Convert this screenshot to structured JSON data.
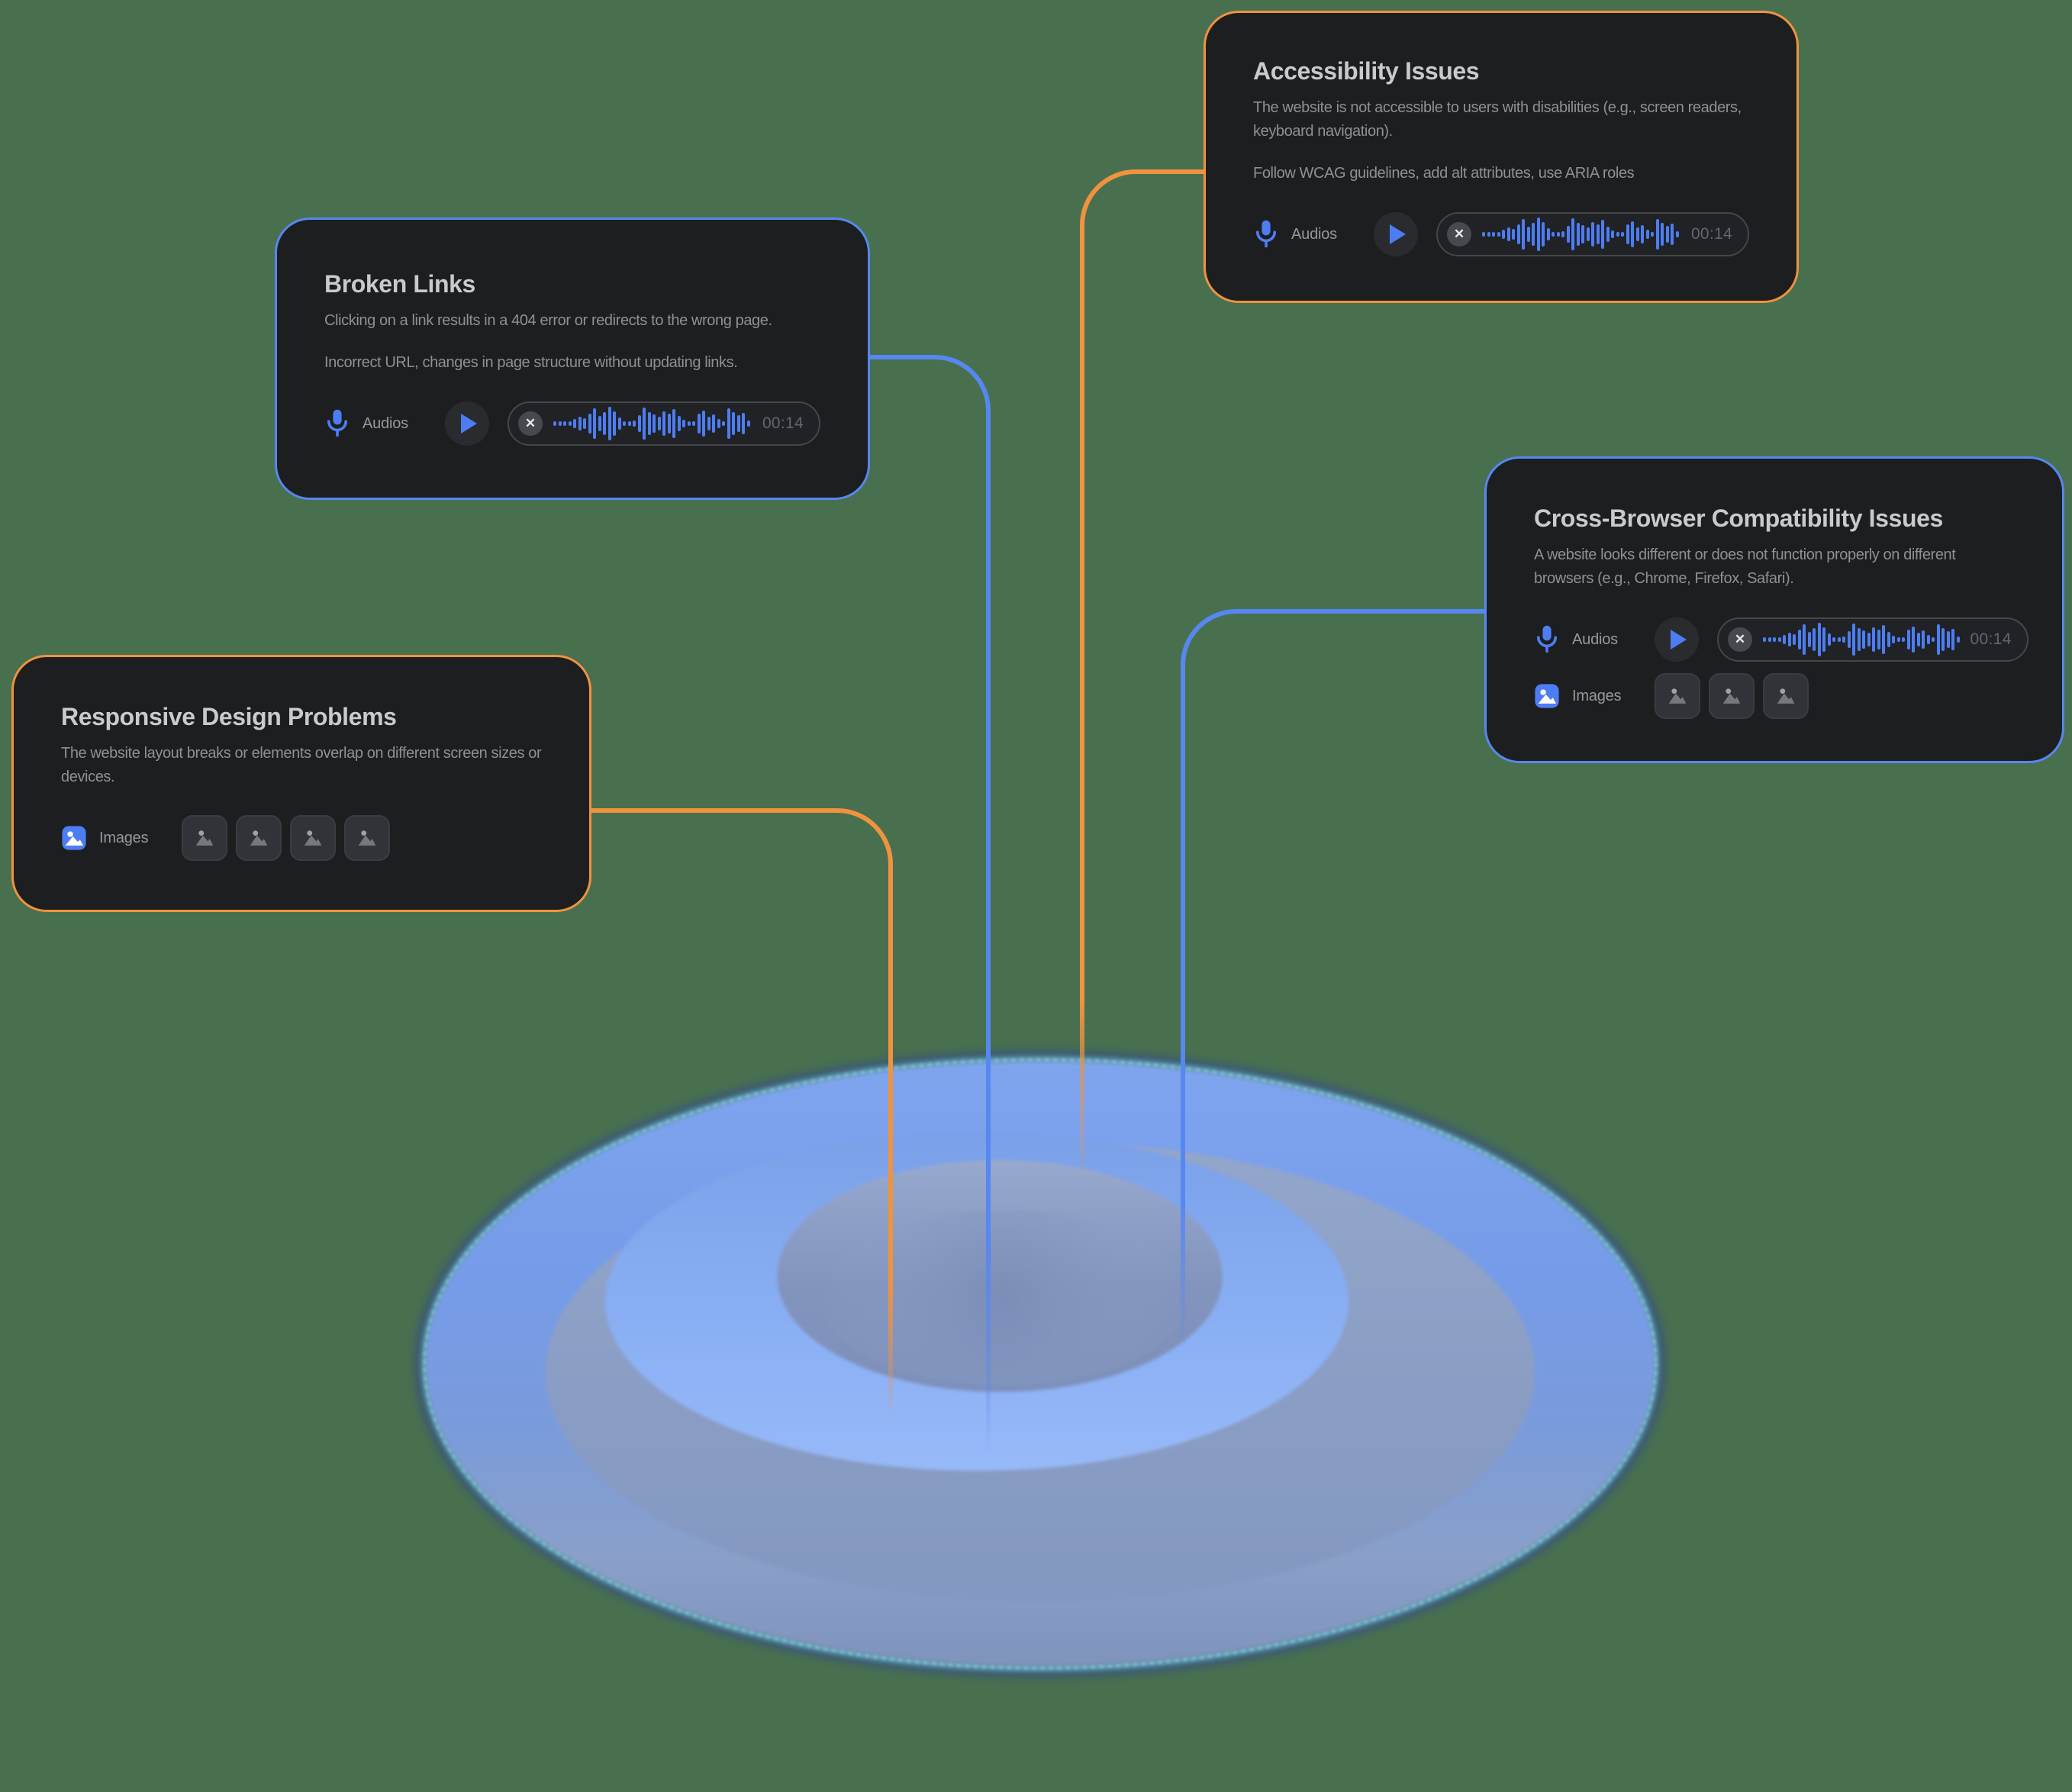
{
  "colors": {
    "background": "#48704F",
    "orange_accent": "#F0923E",
    "blue_accent": "#5787F0",
    "card_background": "#1D1E20",
    "disc_blue": "#7AA0EC"
  },
  "cards": {
    "accessibility": {
      "title": "Accessibility Issues",
      "body": "The website is not accessible to users with disabilities (e.g., screen readers, keyboard navigation).",
      "tip": "Follow WCAG guidelines, add alt attributes, use ARIA roles",
      "audio": {
        "label": "Audios",
        "duration": "00:14"
      }
    },
    "broken_links": {
      "title": "Broken Links",
      "body": "Clicking on a link results in a 404 error or redirects to the wrong page.",
      "tip": "Incorrect URL, changes in page structure without updating links.",
      "audio": {
        "label": "Audios",
        "duration": "00:14"
      }
    },
    "cross_browser": {
      "title": "Cross-Browser Compatibility Issues",
      "body": "A website looks different or does not function properly on different browsers (e.g., Chrome, Firefox, Safari).",
      "audio": {
        "label": "Audios",
        "duration": "00:14"
      },
      "images": {
        "label": "Images",
        "count": 3
      }
    },
    "responsive": {
      "title": "Responsive Design Problems",
      "body": "The website layout breaks or elements overlap on different screen sizes or devices.",
      "images": {
        "label": "Images",
        "count": 4
      }
    }
  },
  "waveform_heights": [
    6,
    6,
    6,
    6,
    12,
    18,
    14,
    26,
    40,
    20,
    30,
    44,
    32,
    16,
    6,
    6,
    8,
    22,
    42,
    30,
    24,
    18,
    32,
    26,
    38,
    20,
    10,
    6,
    6,
    26,
    34,
    18,
    24,
    12,
    6,
    40,
    30,
    22,
    28,
    8
  ]
}
